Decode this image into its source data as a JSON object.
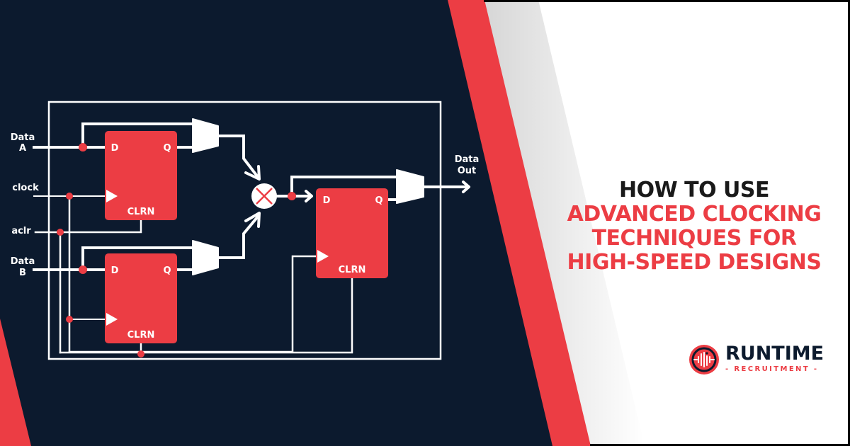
{
  "colors": {
    "navy": "#0c1a2e",
    "red": "#ec3d44",
    "white": "#ffffff",
    "text_dark": "#1a1a1a"
  },
  "diagram": {
    "inputs": {
      "data_a": [
        "Data",
        "A"
      ],
      "clock": "clock",
      "aclr": "aclr",
      "data_b": [
        "Data",
        "B"
      ]
    },
    "output": [
      "Data",
      "Out"
    ],
    "flip_flops": [
      {
        "id": "ff-a",
        "d_label": "D",
        "q_label": "Q",
        "clr_label": "CLRN"
      },
      {
        "id": "ff-b",
        "d_label": "D",
        "q_label": "Q",
        "clr_label": "CLRN"
      },
      {
        "id": "ff-out",
        "d_label": "D",
        "q_label": "Q",
        "clr_label": "CLRN"
      }
    ],
    "multiplexers": 3,
    "combiner": "xor-gate"
  },
  "headline": {
    "line1": "HOW TO USE",
    "line2": "ADVANCED CLOCKING",
    "line3": "TECHNIQUES FOR",
    "line4": "HIGH-SPEED DESIGNS"
  },
  "logo": {
    "name": "RUNTIME",
    "subtitle": "- RECRUITMENT -",
    "icon": "sound-wave-circle-icon"
  }
}
